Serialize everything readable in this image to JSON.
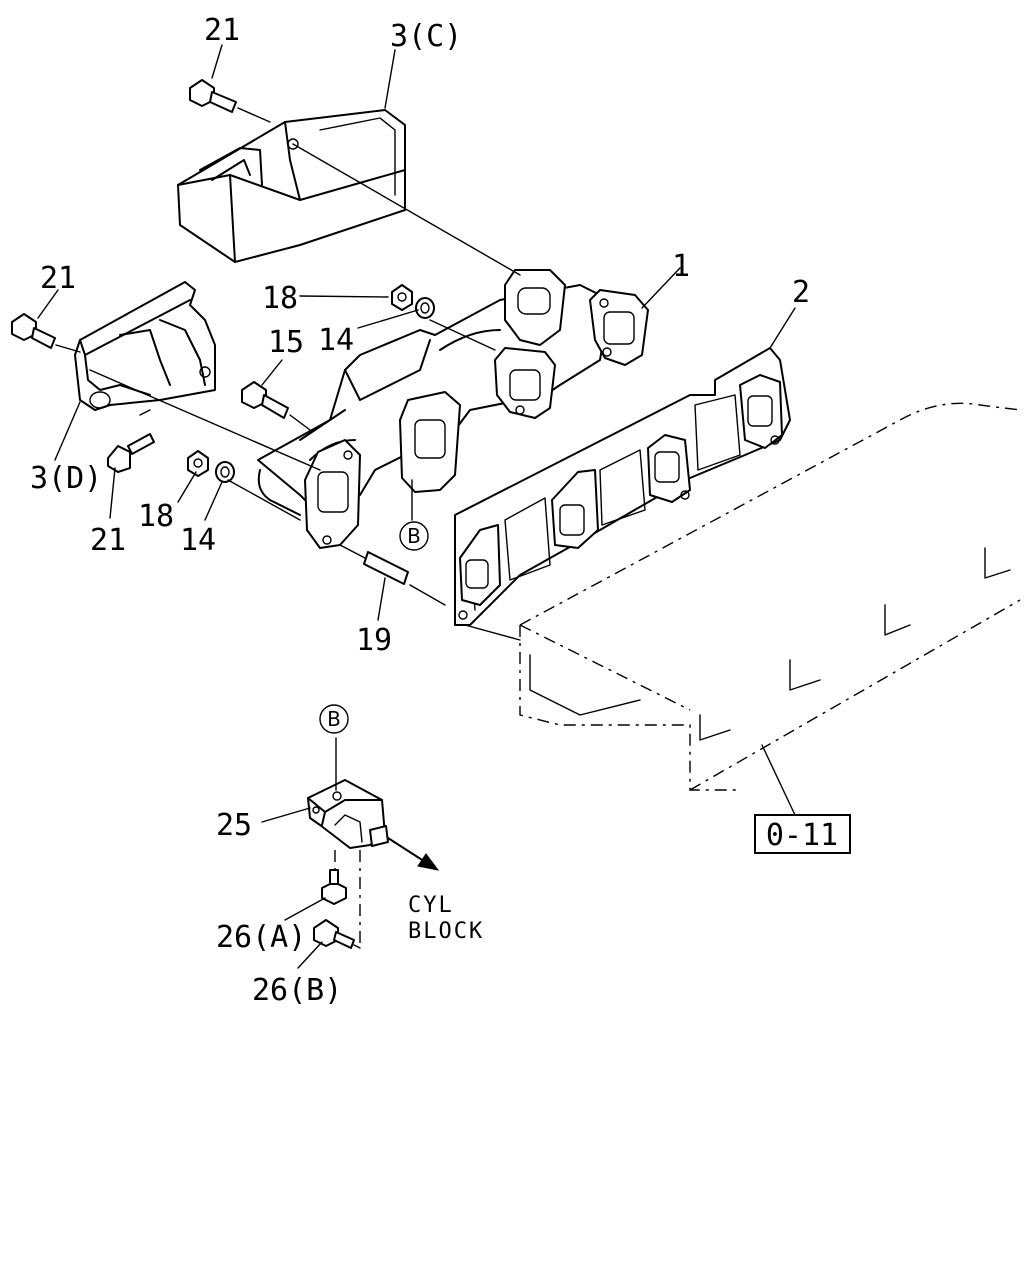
{
  "labels": {
    "l21_top": "21",
    "l3c": "3(C)",
    "l21_left": "21",
    "l18_top": "18",
    "l14_top": "14",
    "l15": "15",
    "l1": "1",
    "l2": "2",
    "l3d": "3(D)",
    "l21_bottom": "21",
    "l18_bottom": "18",
    "l14_bottom": "14",
    "l19": "19",
    "lB_ref": "B",
    "lB_top": "B",
    "l25": "25",
    "l26a": "26(A)",
    "l26b": "26(B)",
    "cyl_line1": "CYL",
    "cyl_line2": "BLOCK",
    "ref_box": "0-11"
  }
}
